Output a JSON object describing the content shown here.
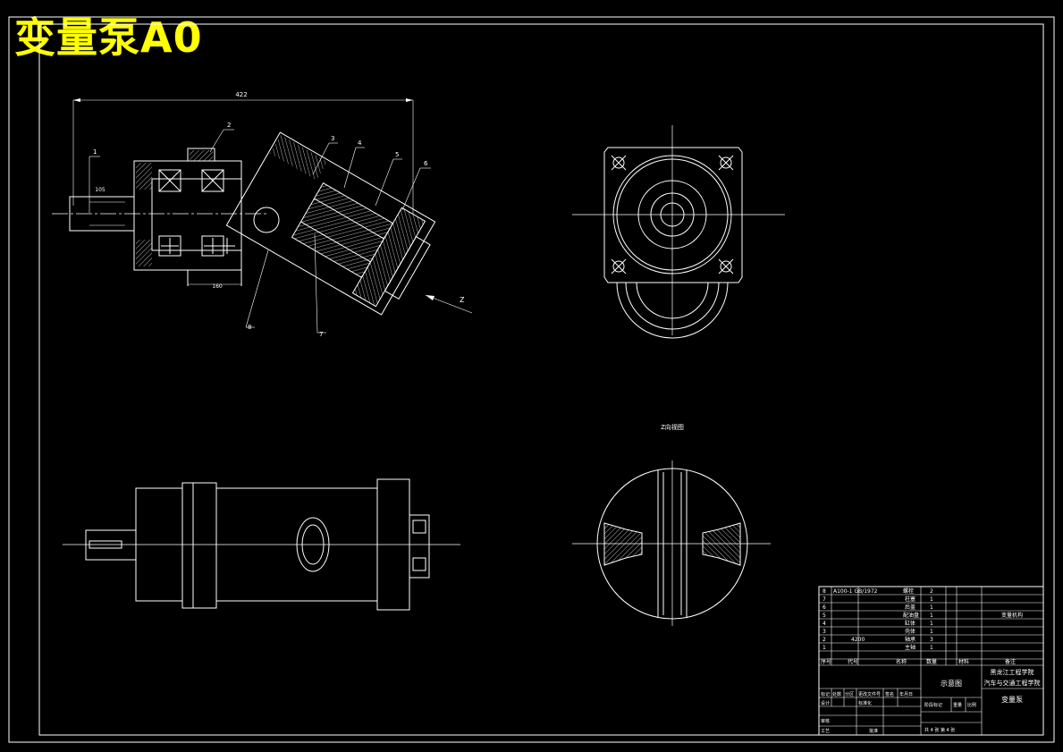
{
  "drawing": {
    "title": "变量泵A0",
    "colors": {
      "background": "#000000",
      "lines": "#ffffff",
      "title": "#ffff00"
    }
  },
  "section_view": {
    "dimensions": {
      "overall_length": "422",
      "shaft_diameter": "105",
      "flange_offset": "160"
    },
    "balloons": [
      "1",
      "2",
      "3",
      "4",
      "5",
      "6",
      "7",
      "8"
    ],
    "direction_label": "Z"
  },
  "view_z": {
    "label": "Z向视图"
  },
  "title_block": {
    "parts_header": {
      "no": "序号",
      "code": "代号",
      "name": "名称",
      "qty": "数量",
      "material": "材料",
      "note": "备注"
    },
    "parts": [
      {
        "no": "8",
        "code": "A100-1 GB/1972",
        "name": "螺栓",
        "qty": "2",
        "note": ""
      },
      {
        "no": "7",
        "code": "",
        "name": "柱塞",
        "qty": "1",
        "note": ""
      },
      {
        "no": "6",
        "code": "",
        "name": "后盖",
        "qty": "1",
        "note": ""
      },
      {
        "no": "5",
        "code": "",
        "name": "配油盘",
        "qty": "1",
        "note": "变量机构"
      },
      {
        "no": "4",
        "code": "",
        "name": "缸体",
        "qty": "1",
        "note": ""
      },
      {
        "no": "3",
        "code": "",
        "name": "壳体",
        "qty": "1",
        "note": ""
      },
      {
        "no": "2",
        "code": "4200",
        "name": "轴承",
        "qty": "3",
        "note": ""
      },
      {
        "no": "1",
        "code": "",
        "name": "主轴",
        "qty": "1",
        "note": ""
      }
    ],
    "drawing_name": "示意图",
    "school_line1": "黑龙江工程学院",
    "school_line2": "汽车与交通工程学院",
    "product_name": "变量泵",
    "rev_header": [
      "标记",
      "处数",
      "分区",
      "更改文件号",
      "签名",
      "年月日"
    ],
    "standard_label": "标准化",
    "stage_label": "阶段标记",
    "weight_label": "重量",
    "scale_label": "比例",
    "design_label": "设计",
    "review_label": "审核",
    "process_label": "工艺",
    "approve_label": "批准",
    "sheet_info": "共 4 张 第 4 张"
  }
}
